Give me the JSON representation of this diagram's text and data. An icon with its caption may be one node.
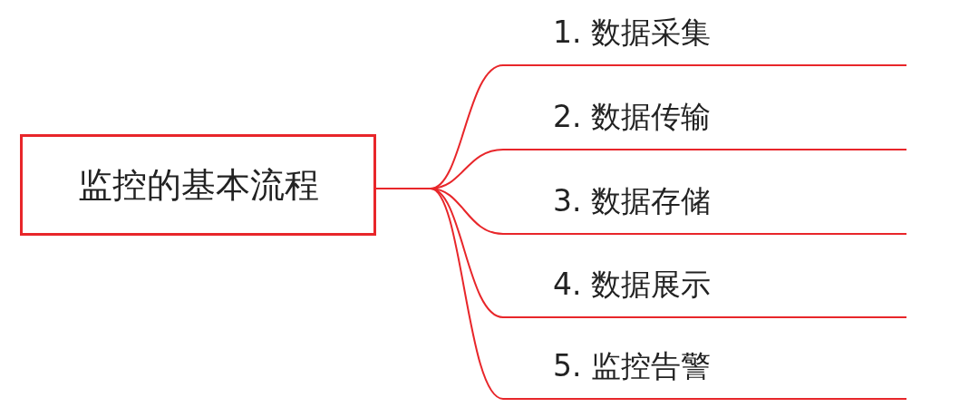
{
  "diagram": {
    "nodes": [
      {
        "text": [
          "监控的基本流程"
        ]
      },
      {
        "text": [
          "1. 数据采集"
        ]
      },
      {
        "text": [
          "2. 数据传输"
        ]
      },
      {
        "text": [
          "3. 数据存储"
        ]
      },
      {
        "text": [
          "4. 数据展示"
        ]
      },
      {
        "text": [
          "5. 监控告警"
        ]
      }
    ],
    "edges": [
      {
        "from": 0,
        "to": 1,
        "arrow": "none"
      },
      {
        "from": 0,
        "to": 2,
        "arrow": "none"
      },
      {
        "from": 0,
        "to": 3,
        "arrow": "none"
      },
      {
        "from": 0,
        "to": 4,
        "arrow": "none"
      },
      {
        "from": 0,
        "to": 5,
        "arrow": "none"
      }
    ]
  }
}
